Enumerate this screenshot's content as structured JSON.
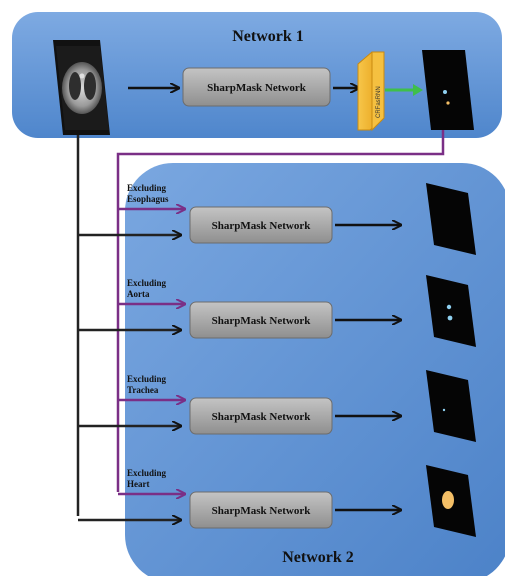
{
  "network1": {
    "title": "Network 1",
    "box_label": "SharpMask Network",
    "crf_label": "CRFasRNN"
  },
  "network2": {
    "title": "Network 2",
    "branches": [
      {
        "line1": "Excluding",
        "line2": "Esophagus",
        "box_label": "SharpMask Network"
      },
      {
        "line1": "Excluding",
        "line2": "Aorta",
        "box_label": "SharpMask Network"
      },
      {
        "line1": "Excluding",
        "line2": "Trachea",
        "box_label": "SharpMask Network"
      },
      {
        "line1": "Excluding",
        "line2": "Heart",
        "box_label": "SharpMask Network"
      }
    ]
  },
  "colors": {
    "panel_fill": "#5f95d6",
    "panel_fill_light": "#8fb6e6",
    "box_fill": "#a5a5a5",
    "crf_fill": "#f3b229",
    "purple_arrow": "#7a2f86",
    "green_arrow": "#3fbf4a",
    "heart_segment": "#f4bf66",
    "organ_segment": "#8fd0f0"
  }
}
